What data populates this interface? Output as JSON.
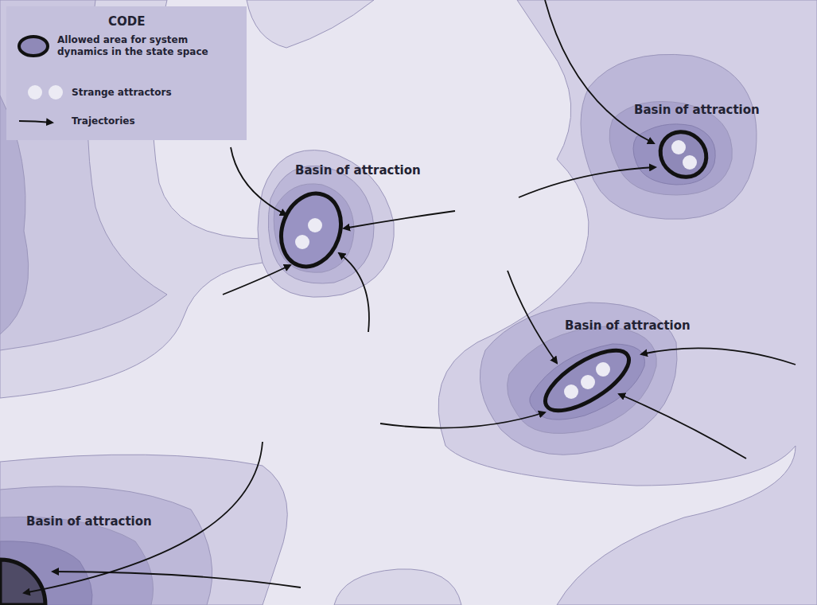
{
  "diagram": {
    "labels": [
      "CODE",
      "Basin of attraction",
      "Basin of attraction",
      "Basin of attraction",
      "Basin of attraction"
    ],
    "legend": [
      {
        "text": "Allowed area for system dynamics in the state space"
      },
      {
        "text": "Strange attractors"
      },
      {
        "text": "Trajectories"
      }
    ]
  }
}
